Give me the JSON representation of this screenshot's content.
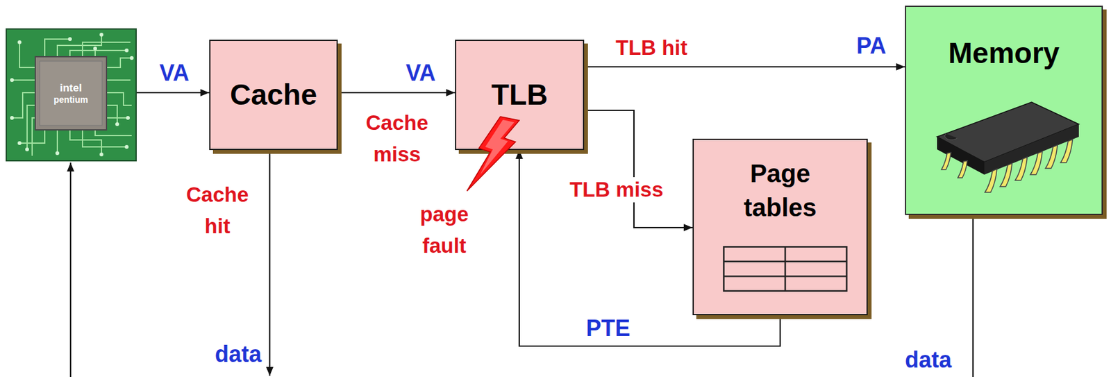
{
  "diagram": {
    "nodes": [
      {
        "text": [
          "intel",
          "pentium"
        ]
      },
      {
        "text": [
          "Cache"
        ]
      },
      {
        "text": [
          "TLB"
        ]
      },
      {
        "text": [
          "Page tables"
        ]
      },
      {
        "text": [
          "Memory"
        ]
      }
    ],
    "edges": [
      {
        "from": 0,
        "to": 1,
        "arrow": "to",
        "label": "VA"
      },
      {
        "from": 1,
        "to": 2,
        "arrow": "to",
        "label": "VA"
      },
      {
        "from": 2,
        "to": 4,
        "arrow": "to",
        "label": "TLB hit"
      },
      {
        "from": 2,
        "to": 3,
        "arrow": "to",
        "label": "TLB miss"
      },
      {
        "from": 3,
        "to": 2,
        "arrow": "to",
        "label": "PTE"
      }
    ],
    "labels": [
      "PA",
      "Cache miss",
      "Cache hit",
      "data",
      "page fault",
      "data"
    ]
  }
}
